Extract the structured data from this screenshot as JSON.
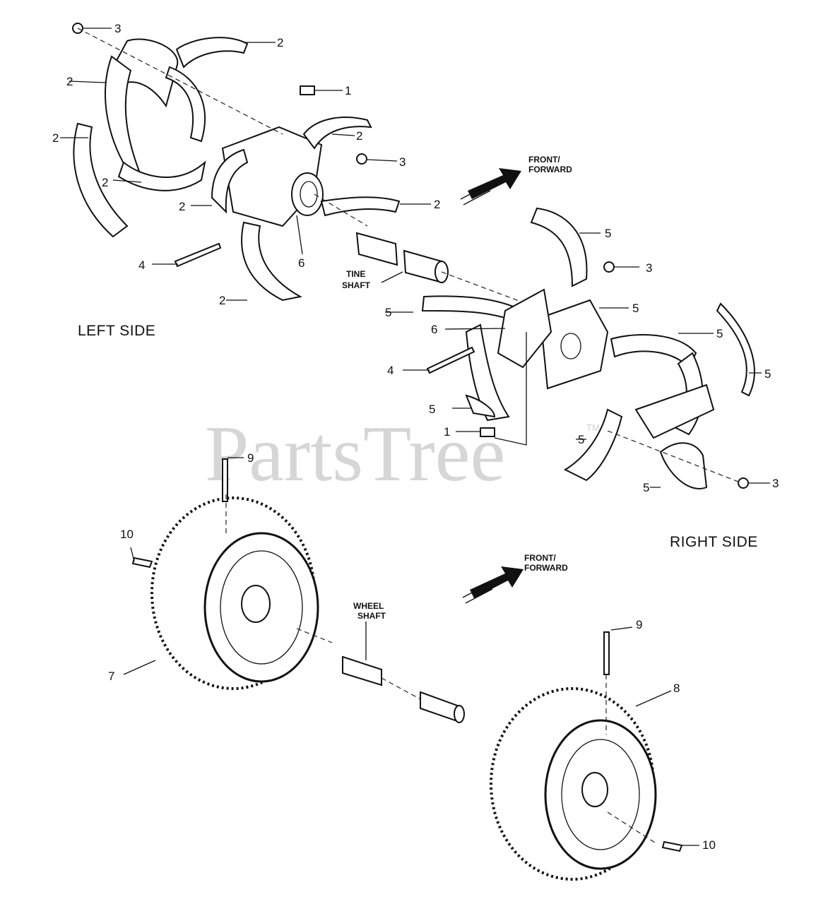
{
  "watermark": {
    "text": "PartsTree",
    "trademark": "TM"
  },
  "section_labels": {
    "left_side": "LEFT SIDE",
    "right_side": "RIGHT SIDE"
  },
  "annotations": {
    "front_forward_top": [
      "FRONT/",
      "FORWARD"
    ],
    "front_forward_bottom": [
      "FRONT/",
      "FORWARD"
    ],
    "tine_shaft": [
      "TINE",
      "SHAFT"
    ],
    "wheel_shaft": [
      "WHEEL",
      "SHAFT"
    ]
  },
  "callouts": [
    "3",
    "2",
    "2",
    "1",
    "2",
    "2",
    "3",
    "2",
    "2",
    "2",
    "4",
    "6",
    "2",
    "5",
    "3",
    "5",
    "5",
    "6",
    "5",
    "5",
    "4",
    "5",
    "1",
    "5",
    "5",
    "3",
    "9",
    "10",
    "7",
    "9",
    "8",
    "10"
  ]
}
